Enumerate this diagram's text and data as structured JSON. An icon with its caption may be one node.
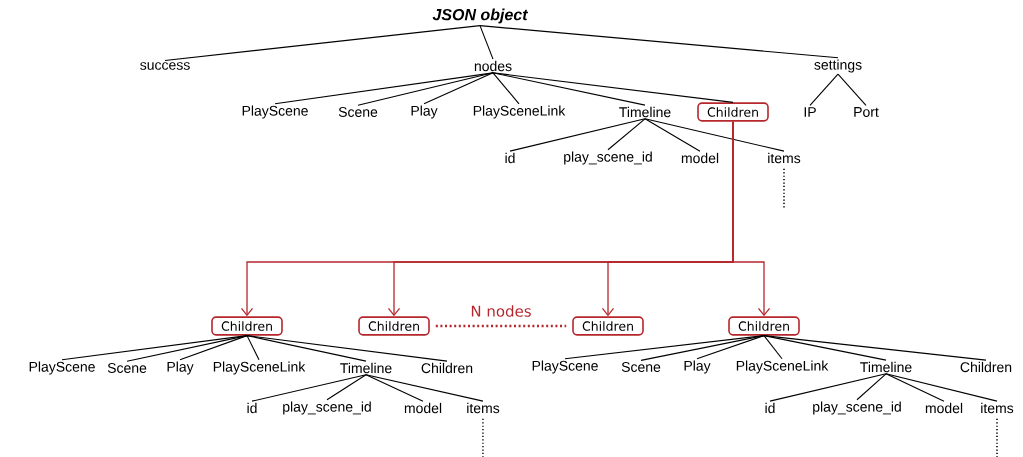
{
  "diagram": {
    "nodes": [
      {
        "text": [
          "JSON object"
        ]
      },
      {
        "text": [
          "success"
        ]
      },
      {
        "text": [
          "nodes"
        ]
      },
      {
        "text": [
          "settings"
        ]
      },
      {
        "text": [
          "PlayScene"
        ]
      },
      {
        "text": [
          "Scene"
        ]
      },
      {
        "text": [
          "Play"
        ]
      },
      {
        "text": [
          "PlaySceneLink"
        ]
      },
      {
        "text": [
          "Timeline"
        ]
      },
      {
        "text": [
          "Children"
        ]
      },
      {
        "text": [
          "IP"
        ]
      },
      {
        "text": [
          "Port"
        ]
      },
      {
        "text": [
          "id"
        ]
      },
      {
        "text": [
          "play_scene_id"
        ]
      },
      {
        "text": [
          "model"
        ]
      },
      {
        "text": [
          "items"
        ]
      },
      {
        "text": [
          "Children"
        ]
      },
      {
        "text": [
          "Children"
        ]
      },
      {
        "text": [
          "Children"
        ]
      },
      {
        "text": [
          "Children"
        ]
      },
      {
        "text": [
          "PlayScene"
        ]
      },
      {
        "text": [
          "Scene"
        ]
      },
      {
        "text": [
          "Play"
        ]
      },
      {
        "text": [
          "PlaySceneLink"
        ]
      },
      {
        "text": [
          "Timeline"
        ]
      },
      {
        "text": [
          "Children"
        ]
      },
      {
        "text": [
          "id"
        ]
      },
      {
        "text": [
          "play_scene_id"
        ]
      },
      {
        "text": [
          "model"
        ]
      },
      {
        "text": [
          "items"
        ]
      },
      {
        "text": [
          "PlayScene"
        ]
      },
      {
        "text": [
          "Scene"
        ]
      },
      {
        "text": [
          "Play"
        ]
      },
      {
        "text": [
          "PlaySceneLink"
        ]
      },
      {
        "text": [
          "Timeline"
        ]
      },
      {
        "text": [
          "Children"
        ]
      },
      {
        "text": [
          "id"
        ]
      },
      {
        "text": [
          "play_scene_id"
        ]
      },
      {
        "text": [
          "model"
        ]
      },
      {
        "text": [
          "items"
        ]
      }
    ],
    "edges": [
      {
        "from": 0,
        "to": 1,
        "arrow": "none"
      },
      {
        "from": 0,
        "to": 2,
        "arrow": "none"
      },
      {
        "from": 0,
        "to": 3,
        "arrow": "none"
      },
      {
        "from": 2,
        "to": 4,
        "arrow": "none"
      },
      {
        "from": 2,
        "to": 5,
        "arrow": "none"
      },
      {
        "from": 2,
        "to": 6,
        "arrow": "none"
      },
      {
        "from": 2,
        "to": 7,
        "arrow": "none"
      },
      {
        "from": 2,
        "to": 8,
        "arrow": "none"
      },
      {
        "from": 2,
        "to": 9,
        "arrow": "none"
      },
      {
        "from": 3,
        "to": 10,
        "arrow": "none"
      },
      {
        "from": 3,
        "to": 11,
        "arrow": "none"
      },
      {
        "from": 8,
        "to": 12,
        "arrow": "none"
      },
      {
        "from": 8,
        "to": 13,
        "arrow": "none"
      },
      {
        "from": 8,
        "to": 14,
        "arrow": "none"
      },
      {
        "from": 8,
        "to": 15,
        "arrow": "none"
      },
      {
        "from": 9,
        "to": 16,
        "arrow": "to",
        "color": "#b5272d"
      },
      {
        "from": 9,
        "to": 17,
        "arrow": "to",
        "color": "#b5272d"
      },
      {
        "from": 9,
        "to": 18,
        "arrow": "to",
        "color": "#b5272d"
      },
      {
        "from": 9,
        "to": 19,
        "arrow": "to",
        "color": "#b5272d"
      },
      {
        "from": 17,
        "to": 18,
        "arrow": "none",
        "label": "N nodes",
        "style": "dashed",
        "color": "#b5272d"
      },
      {
        "from": 16,
        "to": 20,
        "arrow": "none"
      },
      {
        "from": 16,
        "to": 21,
        "arrow": "none"
      },
      {
        "from": 16,
        "to": 22,
        "arrow": "none"
      },
      {
        "from": 16,
        "to": 23,
        "arrow": "none"
      },
      {
        "from": 16,
        "to": 24,
        "arrow": "none"
      },
      {
        "from": 16,
        "to": 25,
        "arrow": "none"
      },
      {
        "from": 24,
        "to": 26,
        "arrow": "none"
      },
      {
        "from": 24,
        "to": 27,
        "arrow": "none"
      },
      {
        "from": 24,
        "to": 28,
        "arrow": "none"
      },
      {
        "from": 24,
        "to": 29,
        "arrow": "none"
      },
      {
        "from": 19,
        "to": 30,
        "arrow": "none"
      },
      {
        "from": 19,
        "to": 31,
        "arrow": "none"
      },
      {
        "from": 19,
        "to": 32,
        "arrow": "none"
      },
      {
        "from": 19,
        "to": 33,
        "arrow": "none"
      },
      {
        "from": 19,
        "to": 34,
        "arrow": "none"
      },
      {
        "from": 19,
        "to": 35,
        "arrow": "none"
      },
      {
        "from": 34,
        "to": 36,
        "arrow": "none"
      },
      {
        "from": 34,
        "to": 37,
        "arrow": "none"
      },
      {
        "from": 34,
        "to": 38,
        "arrow": "none"
      },
      {
        "from": 34,
        "to": 39,
        "arrow": "none"
      }
    ]
  }
}
